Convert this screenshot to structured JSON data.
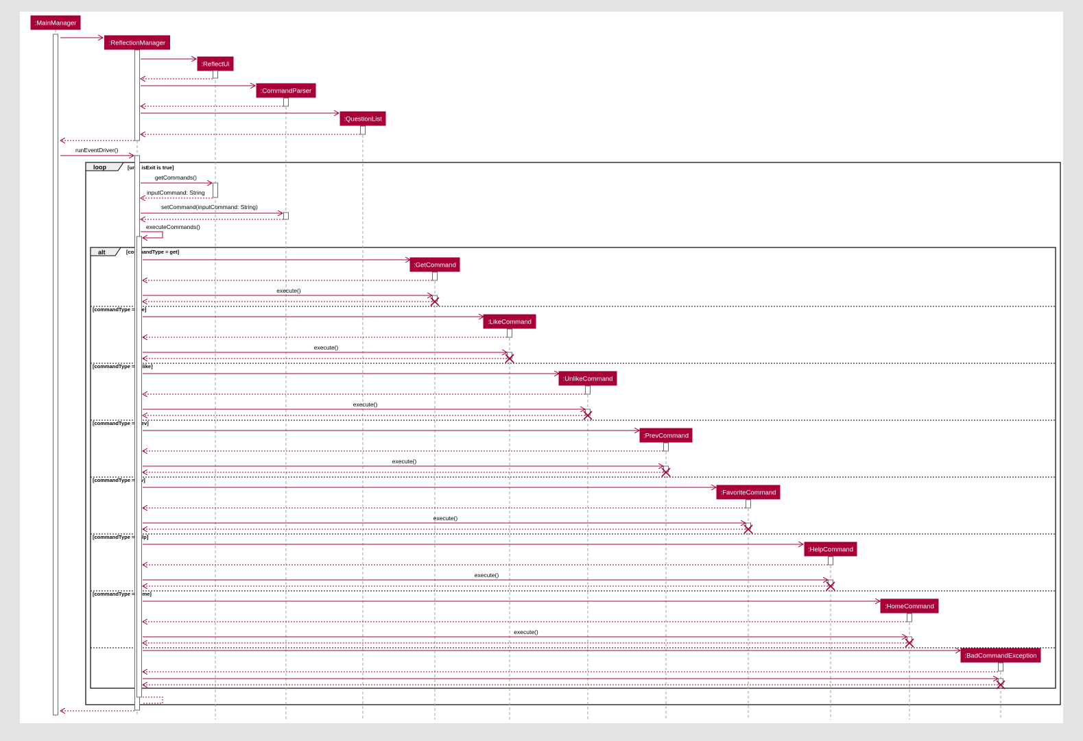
{
  "participants": [
    {
      "key": "main",
      "label": ":MainManager"
    },
    {
      "key": "refl",
      "label": ":ReflectionManager"
    },
    {
      "key": "ui",
      "label": ":ReflectUi"
    },
    {
      "key": "parser",
      "label": ":CommandParser"
    },
    {
      "key": "qlist",
      "label": ":QuestionList"
    },
    {
      "key": "get",
      "label": ":GetCommand"
    },
    {
      "key": "like",
      "label": ":LikeCommand"
    },
    {
      "key": "unlike",
      "label": ":UnlikeCommand"
    },
    {
      "key": "prev",
      "label": ":PrevCommand"
    },
    {
      "key": "fav",
      "label": ":FavoriteCommand"
    },
    {
      "key": "help",
      "label": ":HelpCommand"
    },
    {
      "key": "home",
      "label": ":HomeCommand"
    },
    {
      "key": "bad",
      "label": ":BadCommandException"
    }
  ],
  "messages": {
    "run_event_driver": "runEventDriver()",
    "get_commands": "getCommands()",
    "input_command": "inputCommand: String",
    "set_command": "setCommand(inputCommand: String)",
    "execute_commands": "executeCommands()",
    "execute": "execute()"
  },
  "frames": {
    "loop": {
      "tag": "loop",
      "guard": "[until isExit is true]"
    },
    "alt": {
      "tag": "alt",
      "guards": [
        "[commandType = get]",
        "[commandType = like]",
        "[commandType = unlike]",
        "[commandType = prev]",
        "[commandType = fav]",
        "[commandType = help]",
        "[commandType = home]"
      ]
    }
  },
  "colors": {
    "accent": "#a80036",
    "lifeline": "#a0a0a0",
    "background": "#e3e3e3",
    "canvas": "#ffffff"
  }
}
